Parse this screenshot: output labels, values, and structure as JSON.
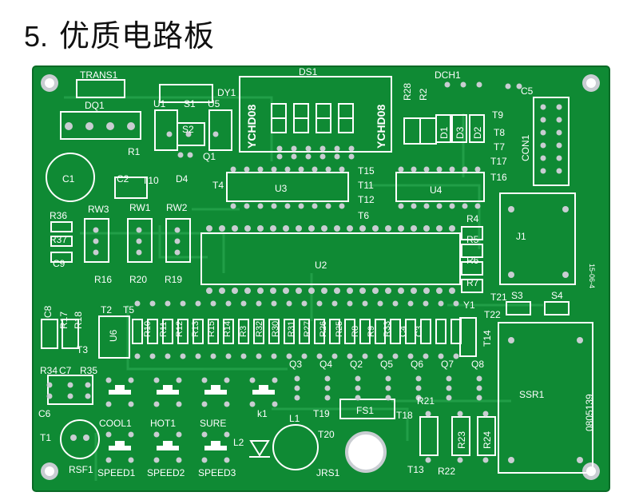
{
  "heading": {
    "number": "5.",
    "title": "优质电路板"
  },
  "colors": {
    "board": "#0f8a34",
    "board_edge": "#0a6a26",
    "trace": "#23a14a",
    "pad": "#c9cdd2",
    "silk": "#ffffff"
  },
  "labels": {
    "trans1": "TRANS1",
    "dq1": "DQ1",
    "ds1": "DS1",
    "dy1": "DY1",
    "u1": "U1",
    "s1": "S1",
    "u5": "U5",
    "s2": "S2",
    "q1": "Q1",
    "d4": "D4",
    "r1": "R1",
    "c1": "C1",
    "c2": "C2",
    "t10": "T10",
    "t4": "T4",
    "ychd08a": "YCHD08",
    "ychd08b": "YCHD08",
    "r28": "R28",
    "r2": "R2",
    "dch1": "DCH1",
    "c5": "C5",
    "d1": "D1",
    "d3": "D3",
    "d2": "D2",
    "t9": "T9",
    "t8": "T8",
    "t7": "T7",
    "t17": "T17",
    "t16": "T16",
    "con1": "CON1",
    "t15": "T15",
    "t11": "T11",
    "t12": "T12",
    "t6": "T6",
    "u3": "U3",
    "u4": "U4",
    "u2": "U2",
    "u6": "U6",
    "r36": "R36",
    "r37": "R37",
    "c9": "C9",
    "rw3": "RW3",
    "rw1": "RW1",
    "rw2": "RW2",
    "r16": "R16",
    "r20": "R20",
    "r19": "R19",
    "r4": "R4",
    "r5": "R5",
    "r6": "R6",
    "r7": "R7",
    "y1": "Y1",
    "j1": "J1",
    "t21": "T21",
    "s3": "S3",
    "s4": "S4",
    "t22": "T22",
    "t14": "T14",
    "c8": "C8",
    "r17": "R17",
    "r18": "R18",
    "t2": "T2",
    "t5": "T5",
    "t3": "T3",
    "r10": "R10",
    "r11": "R11",
    "r12": "R12",
    "r13": "R13",
    "r15": "R15",
    "r14": "R14",
    "r3": "R3",
    "r32": "R32",
    "r30": "R30",
    "r31": "R31",
    "r27": "R27",
    "r26": "R26",
    "r25": "R25",
    "r8": "R8",
    "r9": "R9",
    "r33": "R33",
    "c4": "C4",
    "c3": "C3",
    "q3": "Q3",
    "q4": "Q4",
    "q2": "Q2",
    "q5": "Q5",
    "q6": "Q6",
    "q7": "Q7",
    "q8": "Q8",
    "r34": "R34",
    "c7": "C7",
    "r35": "R35",
    "c6": "C6",
    "t1": "T1",
    "rsf1": "RSF1",
    "cool1": "COOL1",
    "hot1": "HOT1",
    "sure": "SURE",
    "k1": "k1",
    "l2": "L2",
    "speed1": "SPEED1",
    "speed2": "SPEED2",
    "speed3": "SPEED3",
    "l1": "L1",
    "t20": "T20",
    "jrs1": "JRS1",
    "t19": "T19",
    "fs1": "FS1",
    "t18": "T18",
    "r21": "R21",
    "r23": "R23",
    "r24": "R24",
    "t13": "T13",
    "r22": "R22",
    "ssr1": "SSR1",
    "code": "0805139",
    "date": "15-06-4"
  }
}
